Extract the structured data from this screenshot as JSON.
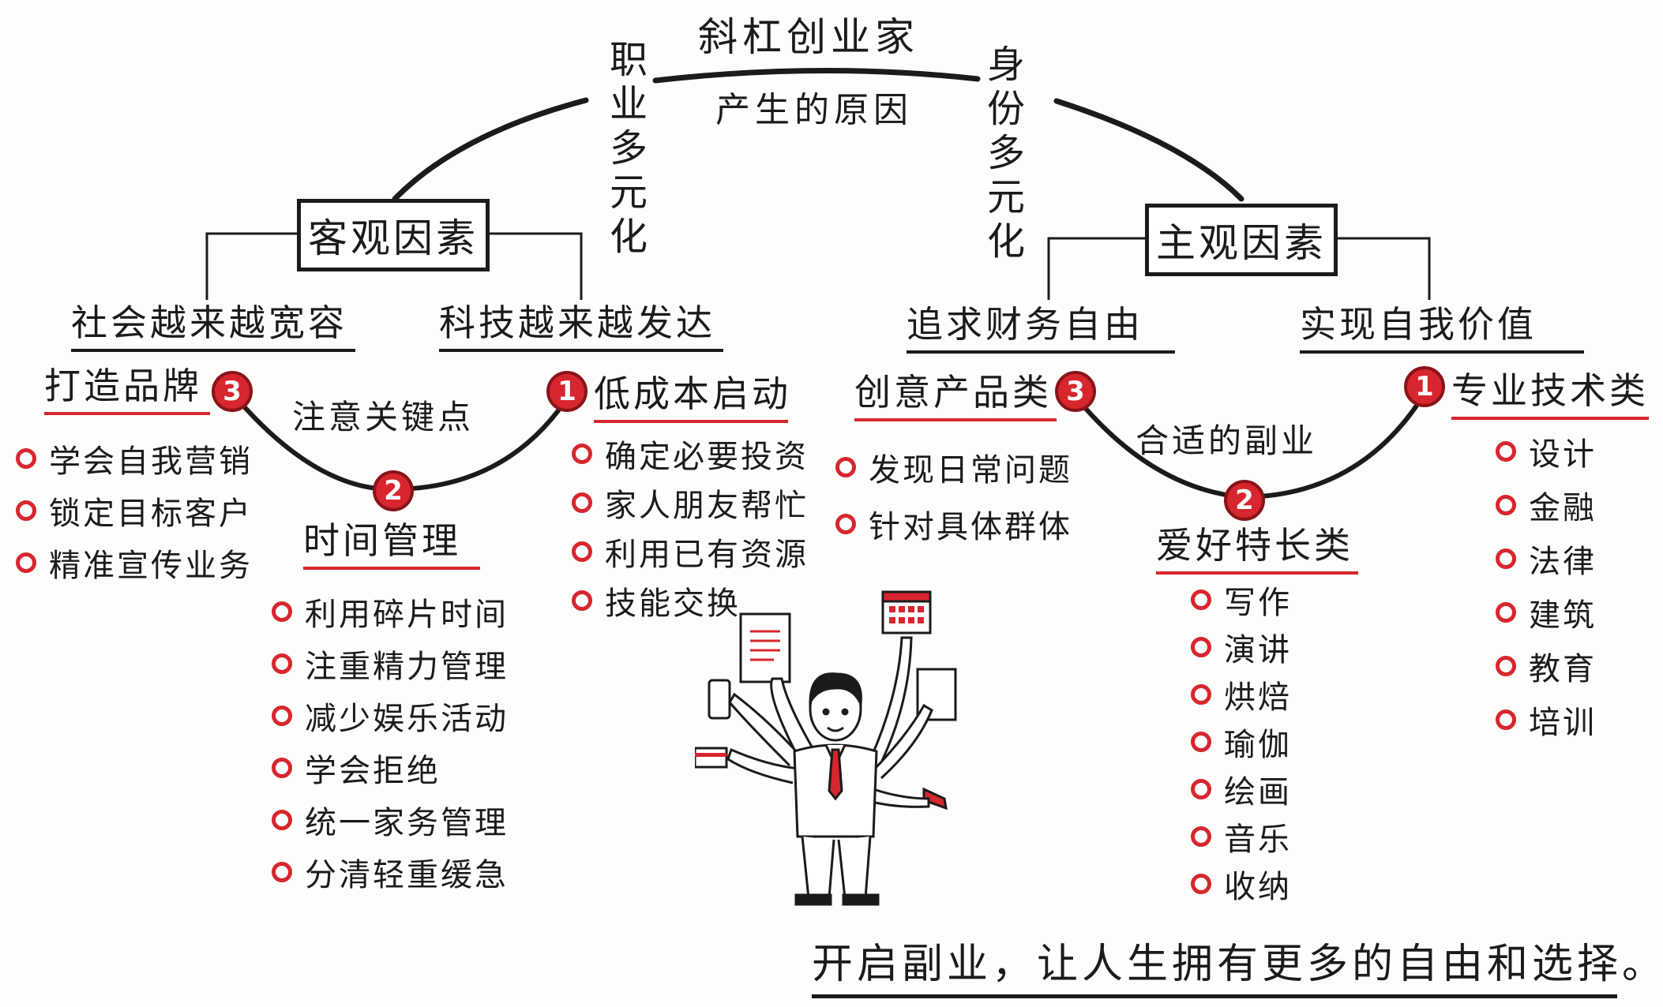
{
  "title": "斜杠创业家",
  "subtitle": "产生的原因",
  "left_arc_label": "职业多元化",
  "right_arc_label": "身份多元化",
  "objective": {
    "label": "客观因素",
    "branch_left": "社会越来越宽容",
    "branch_right": "科技越来越发达"
  },
  "subjective": {
    "label": "主观因素",
    "branch_left": "追求财务自由",
    "branch_right": "实现自我价值"
  },
  "left_curve": {
    "label": "注意关键点",
    "nodes": [
      {
        "num": "3",
        "label": "打造品牌",
        "items": [
          "学会自我营销",
          "锁定目标客户",
          "精准宣传业务"
        ]
      },
      {
        "num": "2",
        "label": "时间管理",
        "items": [
          "利用碎片时间",
          "注重精力管理",
          "减少娱乐活动",
          "学会拒绝",
          "统一家务管理",
          "分清轻重缓急"
        ]
      },
      {
        "num": "1",
        "label": "低成本启动",
        "items": [
          "确定必要投资",
          "家人朋友帮忙",
          "利用已有资源",
          "技能交换"
        ]
      }
    ]
  },
  "right_curve": {
    "label": "合适的副业",
    "nodes": [
      {
        "num": "3",
        "label": "创意产品类",
        "items": [
          "发现日常问题",
          "针对具体群体"
        ]
      },
      {
        "num": "2",
        "label": "爱好特长类",
        "items": [
          "写作",
          "演讲",
          "烘焙",
          "瑜伽",
          "绘画",
          "音乐",
          "收纳"
        ]
      },
      {
        "num": "1",
        "label": "专业技术类",
        "items": [
          "设计",
          "金融",
          "法律",
          "建筑",
          "教育",
          "培训"
        ]
      }
    ]
  },
  "footer": "开启副业，让人生拥有更多的自由和选择。",
  "colors": {
    "accent": "#d7262e",
    "ink": "#1b1b1b"
  }
}
